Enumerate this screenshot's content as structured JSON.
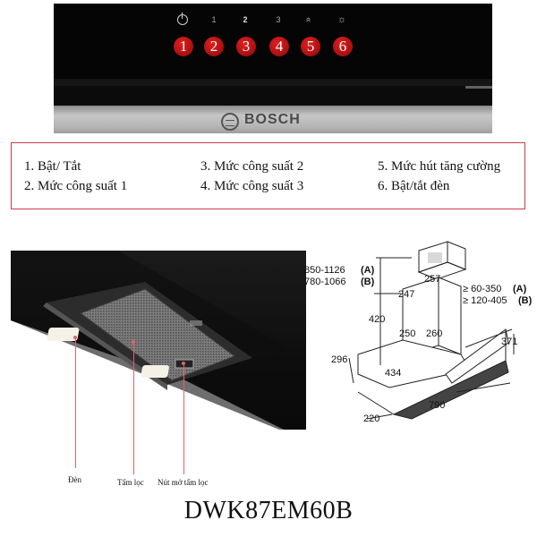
{
  "control_panel": {
    "brand": "BOSCH",
    "symbols": [
      {
        "icon": "power-icon",
        "text": ""
      },
      {
        "icon": "level-1",
        "text": "1"
      },
      {
        "icon": "level-2",
        "text": "2"
      },
      {
        "icon": "level-3",
        "text": "3"
      },
      {
        "icon": "boost-icon",
        "text": "»"
      },
      {
        "icon": "light-bulb-icon",
        "text": "☼"
      }
    ],
    "badges": [
      "1",
      "2",
      "3",
      "4",
      "5",
      "6"
    ],
    "badge_color": "#b81414"
  },
  "legend": {
    "border_color": "#d23a4a",
    "items": [
      "1. Bật/ Tắt",
      "2. Mức công suất 1",
      "3. Mức công suất 2",
      "4. Mức công suất 3",
      "5. Mức hút tăng cường",
      "6. Bật/tắt đèn"
    ]
  },
  "photo_labels": {
    "light": "Đèn",
    "filter": "Tấm lọc",
    "filter_button": "Nút mở tấm lọc"
  },
  "dimensions": {
    "height_a": "850-1126",
    "height_a_tag": "(A)",
    "height_b": "780-1066",
    "height_b_tag": "(B)",
    "chimney_width": "247",
    "chimney_depth": "257",
    "range_a": "≥ 60-350",
    "range_a_tag": "(A)",
    "range_b": "≥ 120-405",
    "range_b_tag": "(B)",
    "d420": "420",
    "d250": "250",
    "d260": "260",
    "d371": "371",
    "d296": "296",
    "d434": "434",
    "d790": "790",
    "d220": "220"
  },
  "model": "DWK87EM60B"
}
